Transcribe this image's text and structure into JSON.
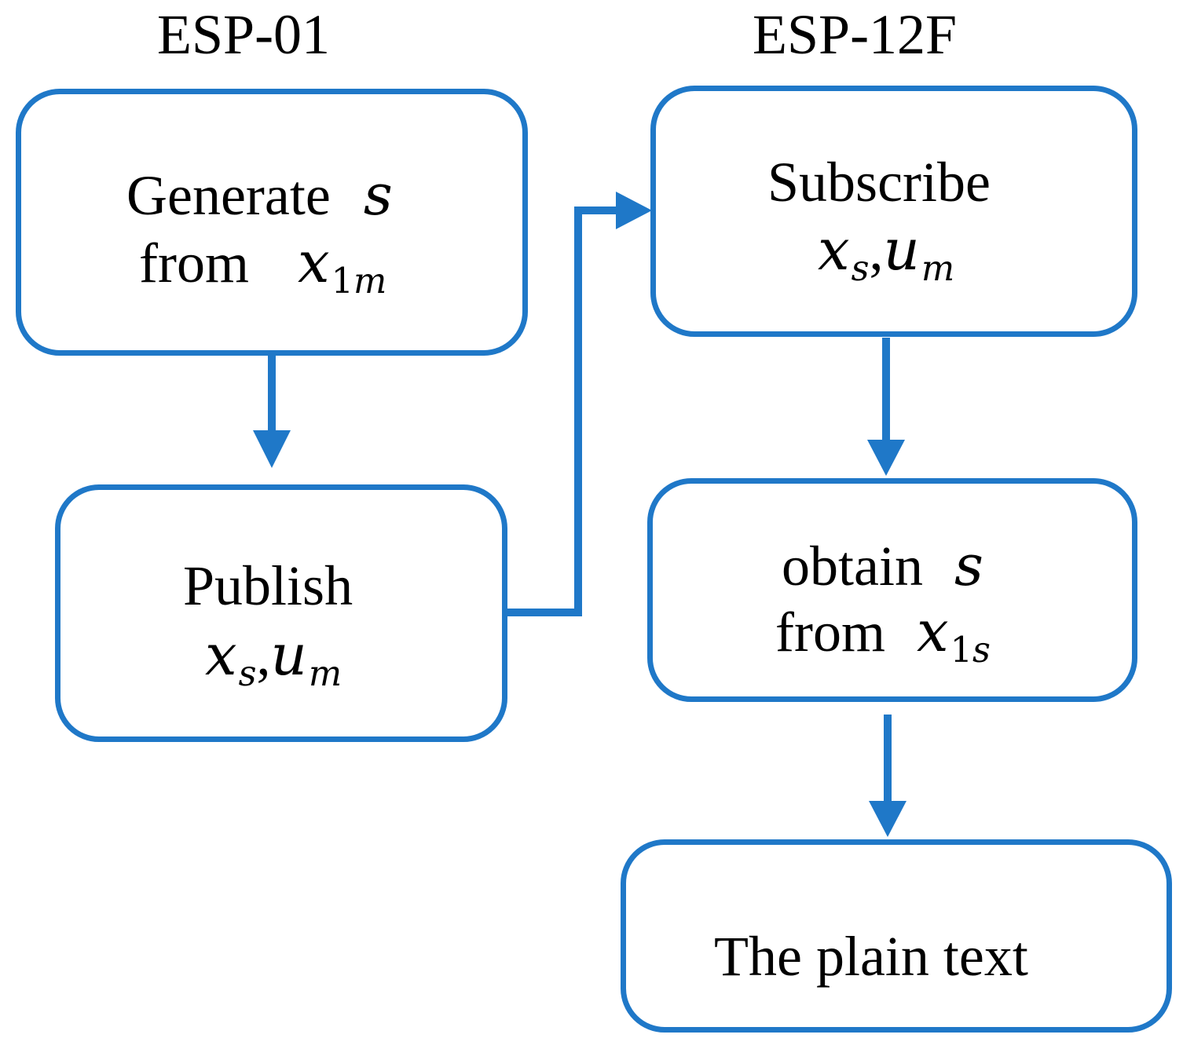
{
  "columns": {
    "left_title": "ESP-01",
    "right_title": "ESP-12F"
  },
  "boxes": {
    "generate": {
      "line1_text": "Generate",
      "line1_math": "s",
      "line2_text": "from",
      "line2_math_base": "x",
      "line2_math_sub_num": "1",
      "line2_math_sub_var": "m"
    },
    "publish": {
      "line1_text": "Publish",
      "math_a_base": "x",
      "math_a_sub": "s",
      "separator": ",",
      "math_b_base": "u",
      "math_b_sub": "m"
    },
    "subscribe": {
      "line1_text": "Subscribe",
      "math_a_base": "x",
      "math_a_sub": "s",
      "separator": ",",
      "math_b_base": "u",
      "math_b_sub": "m"
    },
    "obtain": {
      "line1_text": "obtain",
      "line1_math": "s",
      "line2_text": "from",
      "line2_math_base": "x",
      "line2_math_sub_num": "1",
      "line2_math_sub_var": "s"
    },
    "plaintext": {
      "line1_text": "The plain text"
    }
  },
  "colors": {
    "accent": "#1f78c8",
    "text": "#000000",
    "background": "#ffffff"
  }
}
